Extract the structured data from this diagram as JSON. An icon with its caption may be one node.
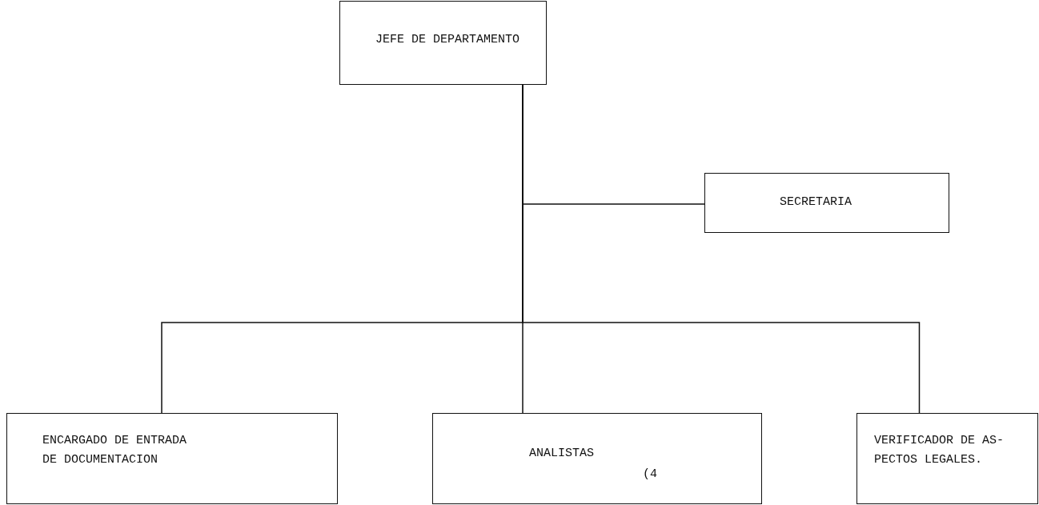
{
  "diagram": {
    "nodes": [
      {
        "text": [
          "JEFE DE DEPARTAMENTO"
        ]
      },
      {
        "text": [
          "SECRETARIA"
        ]
      },
      {
        "text": [
          "ENCARGADO DE ENTRADA DE DOCUMENTACION"
        ]
      },
      {
        "text": [
          "ANALISTAS",
          "(4"
        ]
      },
      {
        "text": [
          "VERIFICADOR DE AS- PECTOS LEGALES."
        ]
      }
    ],
    "edges": [
      {
        "from": 0,
        "to": 1,
        "arrow": "none"
      },
      {
        "from": 0,
        "to": 2,
        "arrow": "none"
      },
      {
        "from": 0,
        "to": 3,
        "arrow": "none"
      },
      {
        "from": 0,
        "to": 4,
        "arrow": "none"
      }
    ]
  }
}
